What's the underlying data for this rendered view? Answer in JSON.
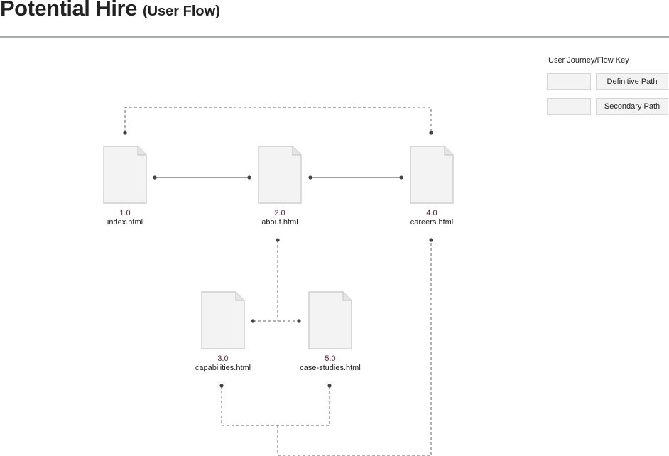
{
  "header": {
    "title": "Potential Hire",
    "subtitle": "(User Flow)"
  },
  "key": {
    "title": "User Journey/Flow Key",
    "items": [
      {
        "label": "Definitive Path",
        "style": "solid"
      },
      {
        "label": "Secondary Path",
        "style": "dashed"
      }
    ]
  },
  "nodes": [
    {
      "number": "1.0",
      "file": "index.html"
    },
    {
      "number": "2.0",
      "file": "about.html"
    },
    {
      "number": "4.0",
      "file": "careers.html"
    },
    {
      "number": "3.0",
      "file": "capabilities.html"
    },
    {
      "number": "5.0",
      "file": "case-studies.html"
    }
  ],
  "colors": {
    "line": "#666666",
    "dot": "#444444",
    "page_fill": "#f3f3f3",
    "page_stroke": "#cfcfcf",
    "number": "#5a1f33",
    "rule": "#a8adad"
  }
}
